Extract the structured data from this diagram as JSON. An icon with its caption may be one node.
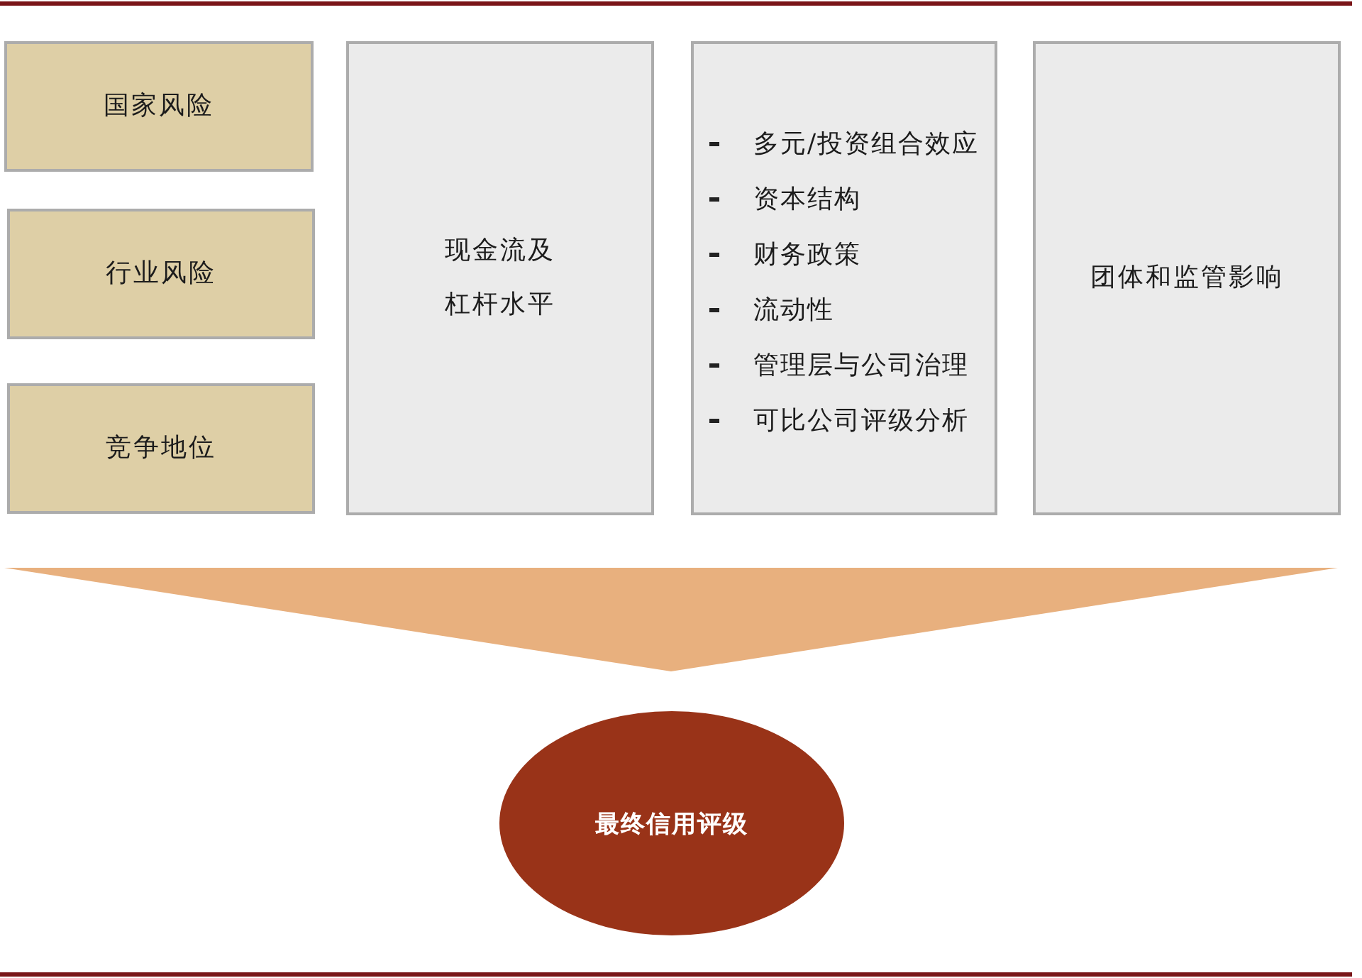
{
  "diagram": {
    "nodes": [
      {
        "text": [
          "国家风险"
        ]
      },
      {
        "text": [
          "行业风险"
        ]
      },
      {
        "text": [
          "竞争地位"
        ]
      },
      {
        "text": [
          "现金流及杠杆水平"
        ]
      },
      {
        "text": [
          "多元/投资组合效应",
          "资本结构",
          "财务政策",
          "流动性",
          "管理层与公司治理",
          "可比公司评级分析"
        ]
      },
      {
        "text": [
          "团体和监管影响"
        ]
      },
      {
        "text": [
          "最终信用评级"
        ]
      }
    ]
  }
}
